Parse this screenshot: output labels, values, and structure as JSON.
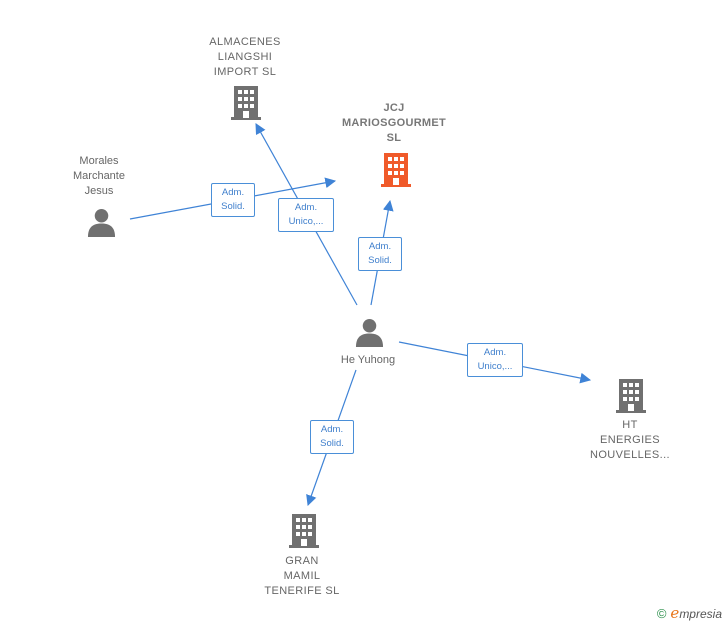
{
  "colors": {
    "edge": "#3f83d6",
    "company": "#707070",
    "company_main": "#f05a2a",
    "person": "#707070"
  },
  "nodes": {
    "almacenes": {
      "label": "ALMACENES\nLIANGSHI\nIMPORT  SL",
      "icon": "building-icon"
    },
    "jcj": {
      "label": "JCJ\nMARIOSGOURMET\nSL",
      "icon": "building-icon"
    },
    "morales": {
      "label": "Morales\nMarchante\nJesus",
      "icon": "person-icon"
    },
    "he_yuhong": {
      "label": "He Yuhong",
      "icon": "person-icon"
    },
    "ht": {
      "label": "HT\nENERGIES\nNOUVELLES...",
      "icon": "building-icon"
    },
    "gran_mamil": {
      "label": "GRAN\nMAMIL\nTENERIFE  SL",
      "icon": "building-icon"
    }
  },
  "edges": {
    "morales_jcj": "Adm.\nSolid.",
    "he_almacenes": "Adm.\nUnico,...",
    "he_jcj": "Adm.\nSolid.",
    "he_ht": "Adm.\nUnico,...",
    "he_gran": "Adm.\nSolid."
  },
  "footer": {
    "copyright": "©",
    "brand_e": "e",
    "brand_rest": "mpresia"
  }
}
